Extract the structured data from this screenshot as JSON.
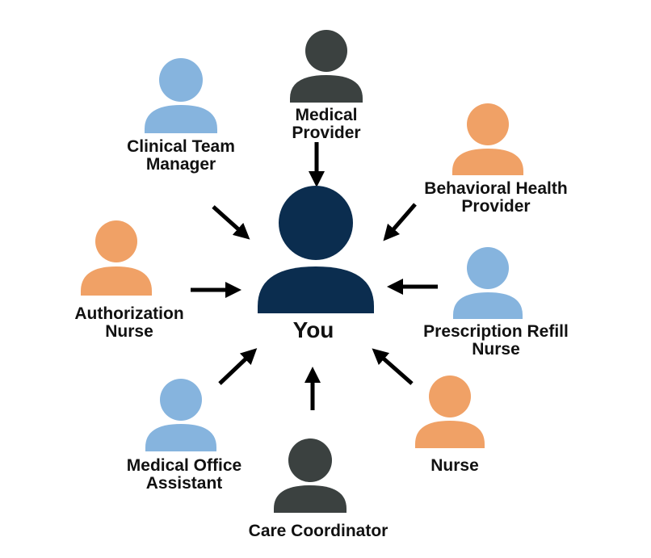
{
  "colors": {
    "center": "#0b2d4f",
    "dark": "#3b4140",
    "blue": "#86b4de",
    "orange": "#f0a166",
    "arrow": "#000000",
    "text": "#111111"
  },
  "center": {
    "label": "You",
    "color": "center"
  },
  "people": [
    {
      "id": "medical-provider",
      "lines": [
        "Medical",
        "Provider"
      ],
      "color": "dark"
    },
    {
      "id": "clinical-team-manager",
      "lines": [
        "Clinical Team",
        "Manager"
      ],
      "color": "blue"
    },
    {
      "id": "behavioral-health-provider",
      "lines": [
        "Behavioral Health",
        "Provider"
      ],
      "color": "orange"
    },
    {
      "id": "authorization-nurse",
      "lines": [
        "Authorization",
        "Nurse"
      ],
      "color": "orange"
    },
    {
      "id": "prescription-refill-nurse",
      "lines": [
        "Prescription Refill",
        "Nurse"
      ],
      "color": "blue"
    },
    {
      "id": "medical-office-assistant",
      "lines": [
        "Medical Office",
        "Assistant"
      ],
      "color": "blue"
    },
    {
      "id": "nurse",
      "lines": [
        "Nurse"
      ],
      "color": "orange"
    },
    {
      "id": "care-coordinator",
      "lines": [
        "Care Coordinator"
      ],
      "color": "dark"
    }
  ]
}
